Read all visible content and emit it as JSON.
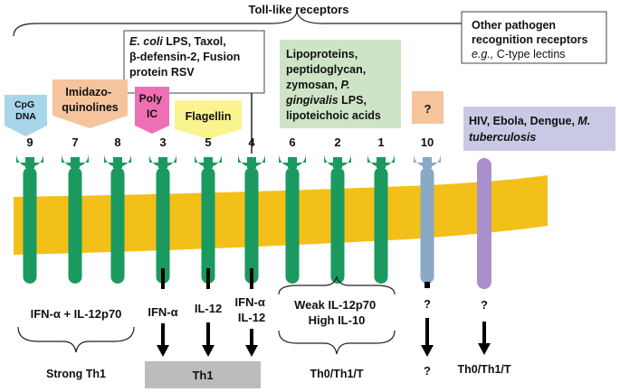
{
  "colors": {
    "membrane": "#f3c019",
    "receptor_green": "#1a9a5e",
    "tlr10": "#8aa9c6",
    "other_prr": "#a98fcb",
    "cpg_box": "#a8d5ea",
    "imidazo_box": "#f5c49d",
    "polyic_box": "#ee6fb3",
    "flagellin_box": "#faf48f",
    "lipo_box": "#cfe4c7",
    "q_box": "#f5c49d",
    "hiv_box": "#c9c9e6",
    "th1_bar": "#bcbcbc"
  },
  "header": {
    "title": "Toll-like receptors"
  },
  "ligands": {
    "cpg": [
      "CpG",
      "DNA"
    ],
    "imidazo": [
      "Imidazo-",
      "quinolines"
    ],
    "polyic": [
      "Poly",
      "IC"
    ],
    "flagellin": "Flagellin",
    "tlr4_prefix": "E. coli",
    "tlr4_lines": [
      " LPS, Taxol,",
      "β-defensin-2, Fusion",
      "protein RSV"
    ],
    "lipo_lines": [
      "Lipoproteins,",
      "peptidoglycan,",
      "zymosan, "
    ],
    "lipo_p": "P.",
    "lipo_ging": "gingivalis",
    "lipo_ging_rest": " LPS,",
    "lipo_last": "lipoteichoic acids",
    "tlr10_q": "?",
    "hiv_main": "HIV, Ebola, Dengue, ",
    "hiv_m": "M.",
    "hiv_tb": "tuberculosis"
  },
  "other_prr": {
    "title_lines": [
      "Other pathogen",
      "recognition receptors"
    ],
    "eg": "e.g.,",
    "eg_rest": " C-type lectins"
  },
  "receptors": {
    "nums": [
      "9",
      "7",
      "8",
      "3",
      "5",
      "4",
      "6",
      "2",
      "1",
      "10"
    ]
  },
  "cytokines": {
    "group1": "IFN-α + IL-12p70",
    "tlr3": "IFN-α",
    "tlr5": "IL-12",
    "tlr4": [
      "IFN-α",
      "IL-12"
    ],
    "group3": [
      "Weak IL-12p70",
      "High IL-10"
    ],
    "tlr10_q": "?",
    "tlr10_q2": "?",
    "other_q": "?"
  },
  "outcomes": {
    "strong_th1": "Strong Th1",
    "th1": "Th1",
    "group3": "Th0/Th1/T",
    "tlr10": "?",
    "other": "Th0/Th1/T"
  }
}
